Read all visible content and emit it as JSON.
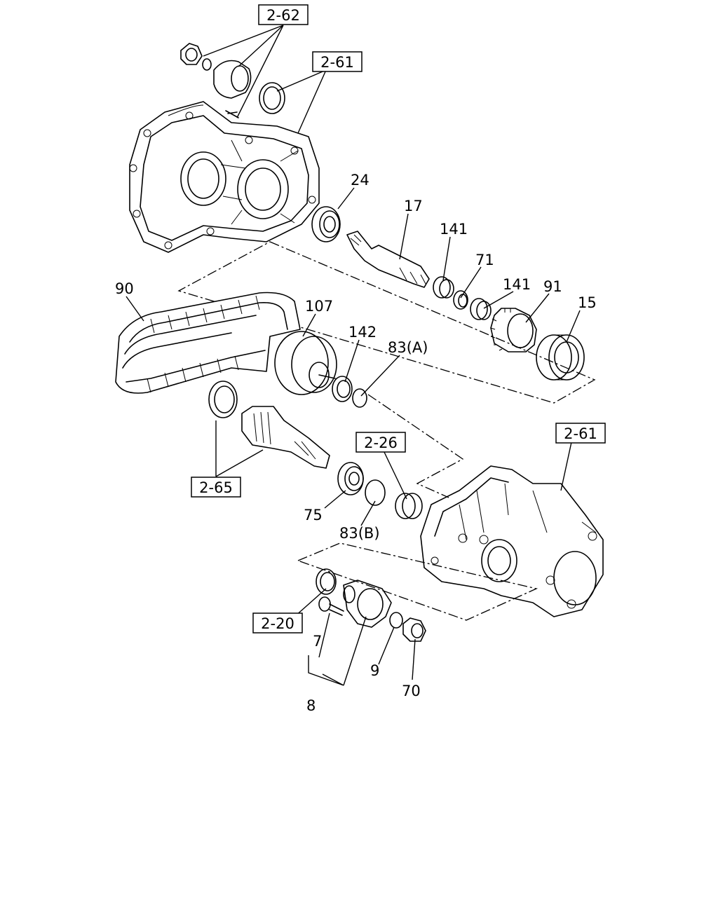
{
  "references": {
    "r1": "2-62",
    "r2": "2-61",
    "r3": "2-61",
    "r4": "2-26",
    "r5": "2-65",
    "r6": "2-20"
  },
  "callouts": {
    "c24": "24",
    "c17": "17",
    "c141a": "141",
    "c71": "71",
    "c141b": "141",
    "c91": "91",
    "c15": "15",
    "c90": "90",
    "c107": "107",
    "c142": "142",
    "c83a": "83(A)",
    "c75": "75",
    "c83b": "83(B)",
    "c7": "7",
    "c9": "9",
    "c70": "70",
    "c8": "8"
  }
}
